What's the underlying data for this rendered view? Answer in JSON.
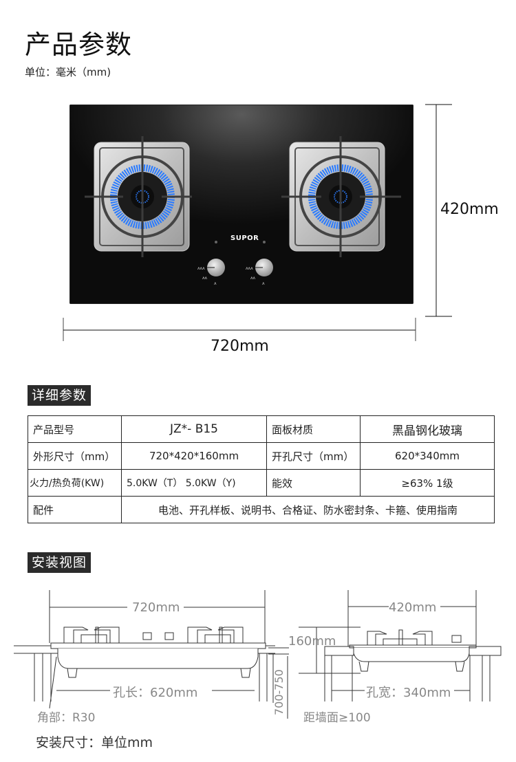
{
  "header": {
    "title": "产品参数",
    "unit": "单位：毫米（mm)"
  },
  "product_image": {
    "brand": "SUPOR",
    "burner_count": 2,
    "knob_count": 2,
    "flame_color": "#1e6bff",
    "panel_color": "#111111",
    "height_label": "420mm",
    "width_label": "720mm"
  },
  "details": {
    "section_label": "详细参数",
    "rows": [
      {
        "label1": "产品型号",
        "value1": "JZ*- B15",
        "label2": "面板材质",
        "value2": "黑晶钢化玻璃"
      },
      {
        "label1": "外形尺寸（mm）",
        "value1": "720*420*160mm",
        "label2": "开孔尺寸（mm）",
        "value2": "620*340mm"
      },
      {
        "label1": "火力/热负荷(KW)",
        "value1": "5.0KW（T） 5.0KW（Y)",
        "label2": "能效",
        "value2": "≥63% 1级"
      },
      {
        "label1": "配件",
        "value_full": "电池、开孔样板、说明书、合格证、防水密封条、卡箍、使用指南"
      }
    ]
  },
  "install": {
    "section_label": "安装视图",
    "front": {
      "width_label": "720mm",
      "hole_label": "孔长：620mm",
      "corner_label": "角部：R30"
    },
    "side": {
      "width_label": "420mm",
      "height_label": "160mm",
      "hole_label": "孔宽：340mm",
      "counter_height_label": "700-750",
      "wall_label": "距墙面≥100"
    },
    "footer": "安装尺寸：单位mm"
  }
}
